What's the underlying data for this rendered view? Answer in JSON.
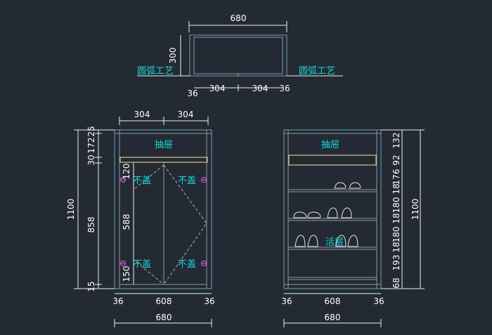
{
  "top_view": {
    "width": "680",
    "depth": "300",
    "craft_left": "圆弧工艺",
    "craft_right": "圆弧工艺",
    "side": "36",
    "half_left": "304",
    "half_right": "304",
    "side_right": "36"
  },
  "front_view": {
    "top_half_left": "304",
    "top_half_right": "304",
    "drawer_label": "抽屉",
    "door_label_tl": "不盖",
    "door_label_tr": "不盖",
    "door_label_bl": "不盖",
    "door_label_br": "不盖",
    "height_total": "1100",
    "segments_left": [
      "25",
      "172",
      "30",
      "858",
      "15"
    ],
    "inner_dim_top": "120",
    "inner_dim_mid": "588",
    "inner_dim_bot": "150",
    "bottom_side_left": "36",
    "bottom_inner": "608",
    "bottom_side_right": "36",
    "bottom_total": "680"
  },
  "side_view": {
    "drawer_label": "抽屉",
    "shelf_label": "活层",
    "height_total": "1100",
    "segments_right": [
      "132",
      "92",
      "176",
      "18",
      "180",
      "18",
      "180",
      "18",
      "193",
      "68"
    ],
    "bottom_side_left": "36",
    "bottom_inner": "608",
    "bottom_side_right": "36",
    "bottom_total": "680"
  },
  "colors": {
    "background": "#232a33",
    "dimension_text": "#ffffff",
    "label_text": "#1ad8d8",
    "hinge": "#d24fd8",
    "drawer": "#d8c48a"
  }
}
